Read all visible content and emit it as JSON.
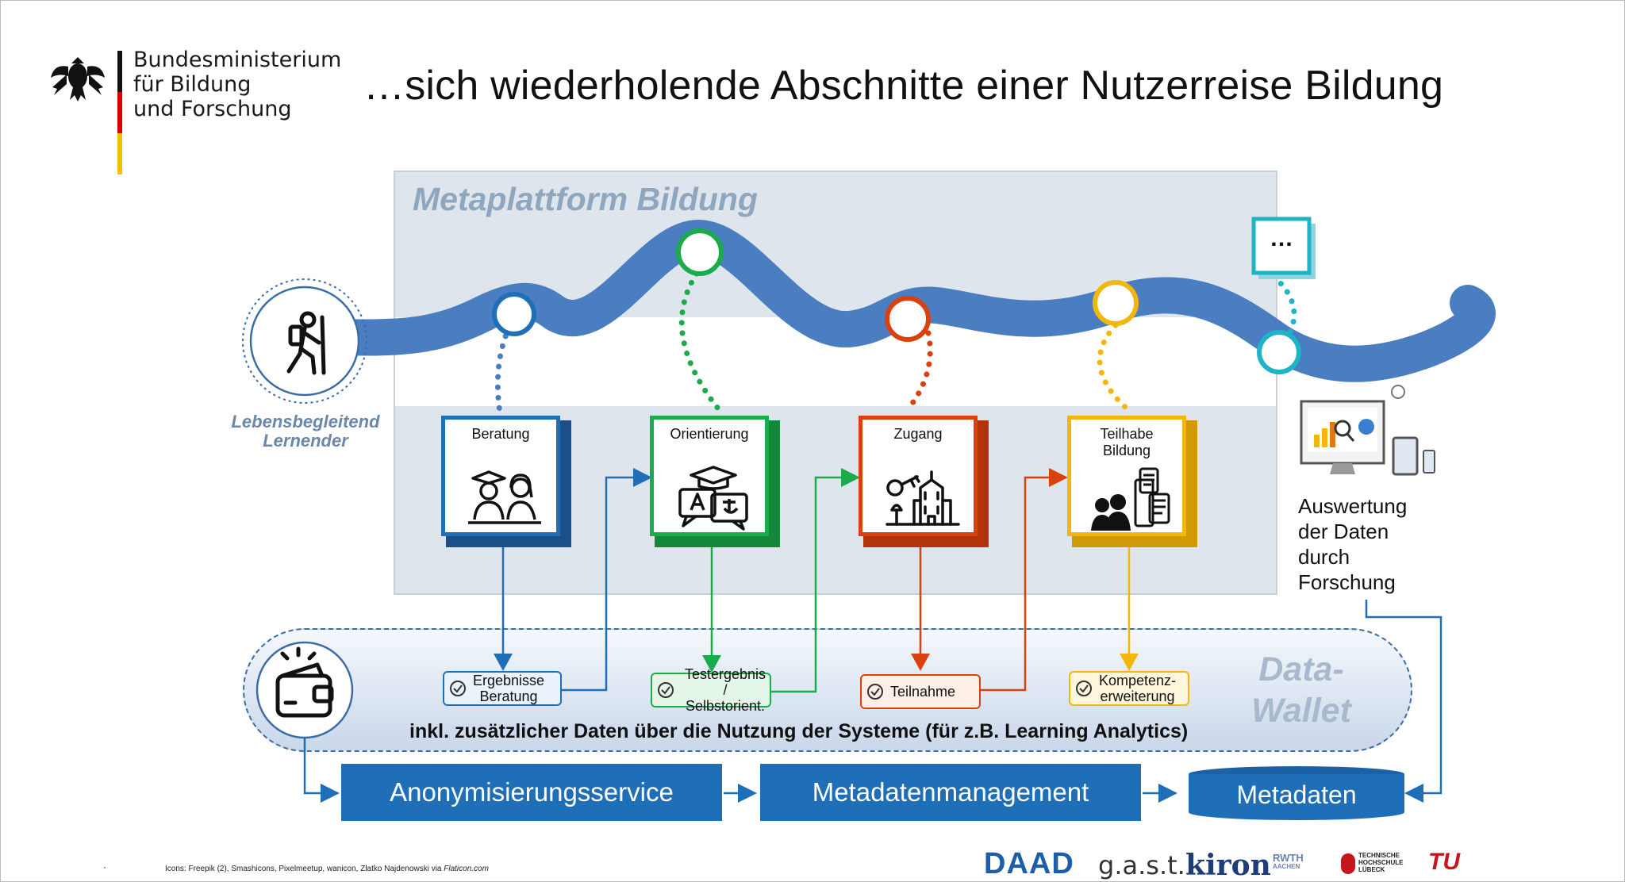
{
  "header": {
    "ministry_lines": [
      "Bundesministerium",
      "für Bildung",
      "und Forschung"
    ],
    "title": "…sich wiederholende Abschnitte einer Nutzerreise Bildung"
  },
  "platform": {
    "title": "Metaplattform Bildung"
  },
  "learner": {
    "label_line1": "Lebensbegleitend",
    "label_line2": "Lernender",
    "icon": "hiker-icon"
  },
  "more_stage": {
    "label": "…",
    "color": "#1eb3c7"
  },
  "stages": [
    {
      "label": "Beratung",
      "color": "#1f6fb8",
      "icon": "counseling-people-icon",
      "result_line1": "Ergebnisse",
      "result_line2": "Beratung",
      "result_bg": "#eaf2fb"
    },
    {
      "label": "Orientierung",
      "color": "#1aab4b",
      "icon": "translation-chat-icon",
      "result_line1": "Testergebnis /",
      "result_line2": "Selbstorient.",
      "result_bg": "#e3f6e8"
    },
    {
      "label": "Zugang",
      "color": "#d9410f",
      "icon": "key-building-icon",
      "result_line1": "Teilnahme",
      "result_line2": "",
      "result_bg": "#fdeee6"
    },
    {
      "label_line1": "Teilhabe",
      "label_line2": "Bildung",
      "color": "#f2b60d",
      "icon": "participation-people-icon",
      "result_line1": "Kompetenz-",
      "result_line2": "erweiterung",
      "result_bg": "#fff6dc"
    }
  ],
  "wallet": {
    "title_line1": "Data-",
    "title_line2": "Wallet",
    "icon": "wallet-icon",
    "note": "inkl. zusätzlicher Daten über die Nutzung der Systeme (für z.B. Learning Analytics)"
  },
  "services": {
    "anonymization": "Anonymisierungsservice",
    "metadata_management": "Metadatenmanagement",
    "metadata": "Metadaten",
    "color": "#1f6fb8"
  },
  "research": {
    "text_lines": [
      "Auswertung",
      "der Daten",
      "durch",
      "Forschung"
    ],
    "icon": "analytics-devices-icon"
  },
  "footer": {
    "credit_dot": "·",
    "credit_prefix": "Icons: Freepik (2), Smashicons, Pixelmeetup, wanicon, Zlatko Najdenowski via ",
    "credit_source": "Flaticon.com",
    "logos": {
      "daad": "DAAD",
      "gast": "g.a.s.t.",
      "kiron": "kiron",
      "rwth_line1": "RWTH",
      "rwth_line2": "AACHEN",
      "thl_line1": "TECHNISCHE",
      "thl_line2": "HOCHSCHULE",
      "thl_line3": "LÜBECK",
      "tu": "TU"
    }
  }
}
